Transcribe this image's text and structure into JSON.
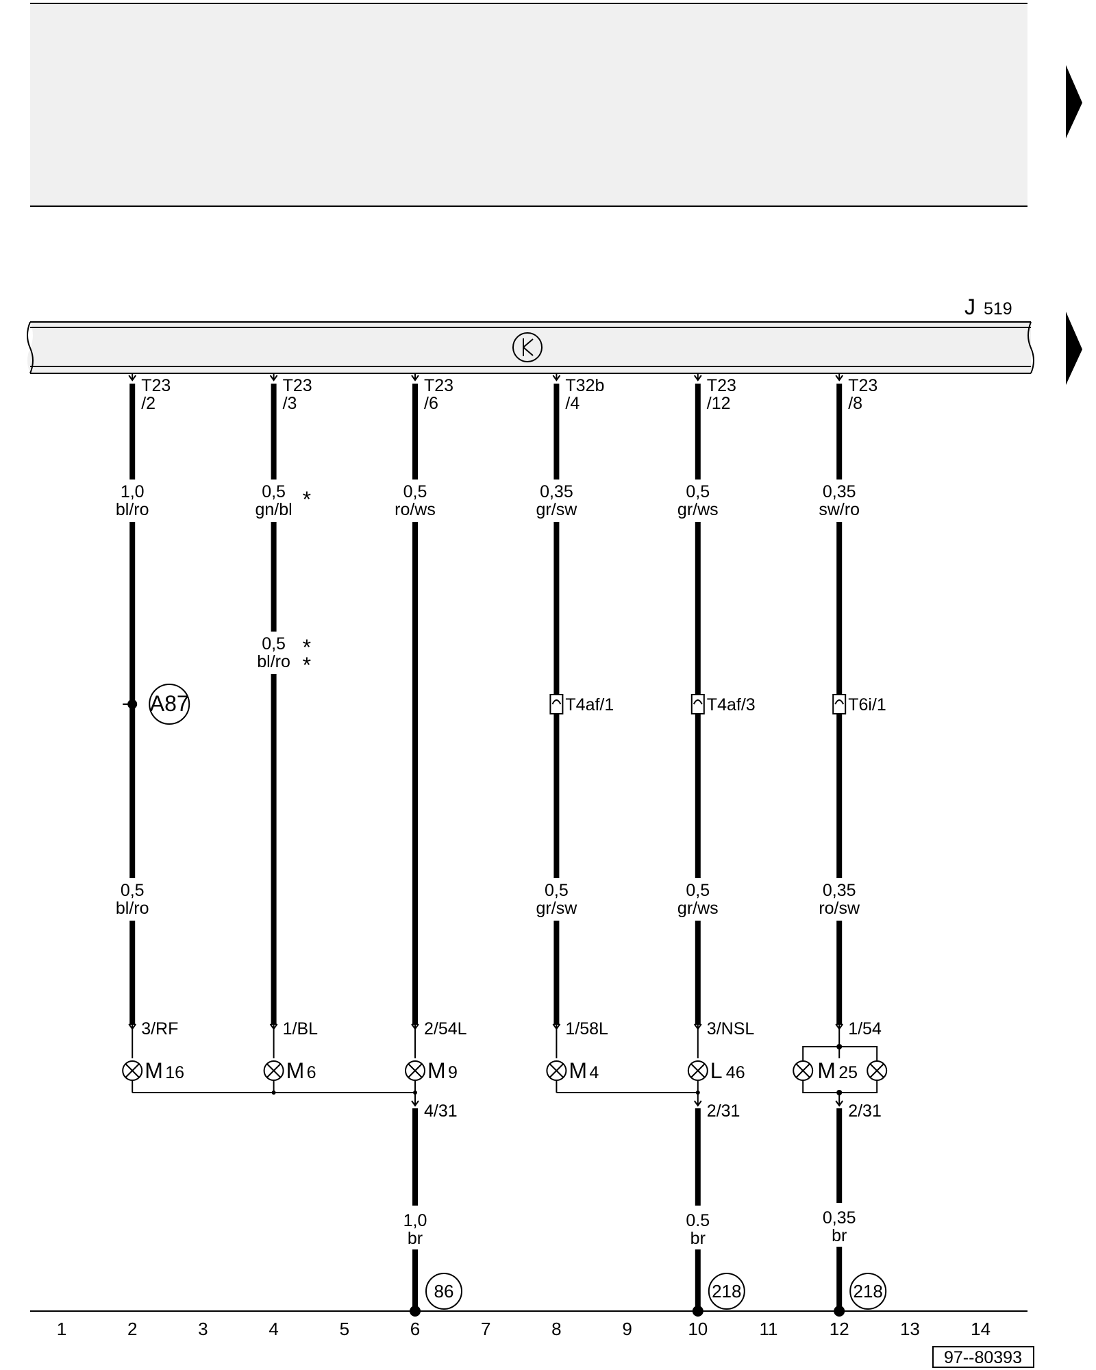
{
  "header_panel": {},
  "control_unit": {
    "letter": "J",
    "number": "519"
  },
  "wires": [
    {
      "column": "2",
      "connector_top": {
        "line1": "T23",
        "line2": "/2"
      },
      "segments": [
        {
          "size": "1,0",
          "color": "bl/ro",
          "mark": ""
        },
        {
          "size": "0,5",
          "color": "bl/ro",
          "mark": ""
        }
      ],
      "inline": {
        "type": "node",
        "label": "A87"
      },
      "pin_bottom": "3/RF",
      "component": {
        "letter": "M",
        "number": "16"
      }
    },
    {
      "column": "4",
      "connector_top": {
        "line1": "T23",
        "line2": "/3"
      },
      "segments": [
        {
          "size": "0,5",
          "color": "gn/bl",
          "mark": "*"
        },
        {
          "size": "0,5",
          "color": "bl/ro",
          "mark": "*"
        }
      ],
      "inline": null,
      "pin_bottom": "1/BL",
      "component": {
        "letter": "M",
        "number": "6"
      }
    },
    {
      "column": "6",
      "connector_top": {
        "line1": "T23",
        "line2": "/6"
      },
      "segments": [
        {
          "size": "0,5",
          "color": "ro/ws",
          "mark": ""
        }
      ],
      "inline": null,
      "pin_bottom": "2/54L",
      "component": {
        "letter": "M",
        "number": "9"
      }
    },
    {
      "column": "8",
      "connector_top": {
        "line1": "T32b",
        "line2": "/4"
      },
      "segments": [
        {
          "size": "0,35",
          "color": "gr/sw",
          "mark": ""
        },
        {
          "size": "0,5",
          "color": "gr/sw",
          "mark": ""
        }
      ],
      "inline": {
        "type": "connector",
        "label": "T4af/1"
      },
      "pin_bottom": "1/58L",
      "component": {
        "letter": "M",
        "number": "4"
      }
    },
    {
      "column": "10",
      "connector_top": {
        "line1": "T23",
        "line2": "/12"
      },
      "segments": [
        {
          "size": "0,5",
          "color": "gr/ws",
          "mark": ""
        },
        {
          "size": "0,5",
          "color": "gr/ws",
          "mark": ""
        }
      ],
      "inline": {
        "type": "connector",
        "label": "T4af/3"
      },
      "pin_bottom": "3/NSL",
      "component": {
        "letter": "L",
        "number": "46"
      }
    },
    {
      "column": "12",
      "connector_top": {
        "line1": "T23",
        "line2": "/8"
      },
      "segments": [
        {
          "size": "0,35",
          "color": "sw/ro",
          "mark": ""
        },
        {
          "size": "0,35",
          "color": "ro/sw",
          "mark": ""
        }
      ],
      "inline": {
        "type": "connector",
        "label": "T6i/1"
      },
      "pin_bottom": "1/54",
      "component": {
        "letter": "M",
        "number": "25"
      }
    }
  ],
  "ground_wires": [
    {
      "column": "6",
      "pin": "4/31",
      "size": "1,0",
      "color": "br",
      "point": "86"
    },
    {
      "column": "10",
      "pin": "2/31",
      "size": "0.5",
      "color": "br",
      "point": "218"
    },
    {
      "column": "12",
      "pin": "2/31",
      "size": "0,35",
      "color": "br",
      "point": "218"
    }
  ],
  "columns": [
    "1",
    "2",
    "3",
    "4",
    "5",
    "6",
    "7",
    "8",
    "9",
    "10",
    "11",
    "12",
    "13",
    "14"
  ],
  "figure_id": "97--80393",
  "colors": {
    "line": "#000000",
    "panel": "#f0f0f0",
    "bus": "#f0f0f0"
  }
}
